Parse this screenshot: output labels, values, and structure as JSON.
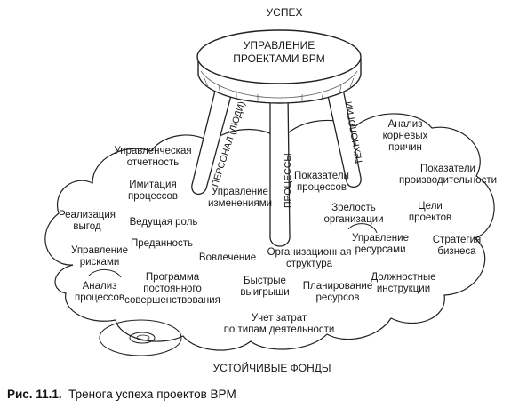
{
  "diagram": {
    "top_label": "УСПЕХ",
    "seat_label": "УПРАВЛЕНИЕ\nПРОЕКТАМИ BPM",
    "leg_labels": {
      "people": "ПЕРСОНАЛ (ЛЮДИ)",
      "processes": "ПРОЦЕССЫ",
      "technologies": "ТЕХНОЛОГИИ"
    },
    "bottom_label": "УСТОЙЧИВЫЕ ФОНДЫ",
    "cloud_items": [
      "Управленческая\nотчетность",
      "Имитация\nпроцессов",
      "Реализация\nвыгод",
      "Ведущая роль",
      "Преданность",
      "Управление\nрисками",
      "Анализ\nпроцессов",
      "Программа\nпостоянного\nсовершенствования",
      "Вовлечение",
      "Управление\nизменениями",
      "Показатели\nпроцессов",
      "Зрелость\nорганизации",
      "Организационная\nструктура",
      "Быстрые\nвыигрыши",
      "Планирование\nресурсов",
      "Учет затрат\nпо типам деятельности",
      "Анализ\nкорневых\nпричин",
      "Показатели\nпроизводительности",
      "Цели\nпроектов",
      "Управление\nресурсами",
      "Стратегия\nбизнеса",
      "Должностные\nинструкции"
    ]
  },
  "caption": {
    "number": "Рис. 11.1.",
    "text": "Тренога успеха проектов BPM"
  }
}
